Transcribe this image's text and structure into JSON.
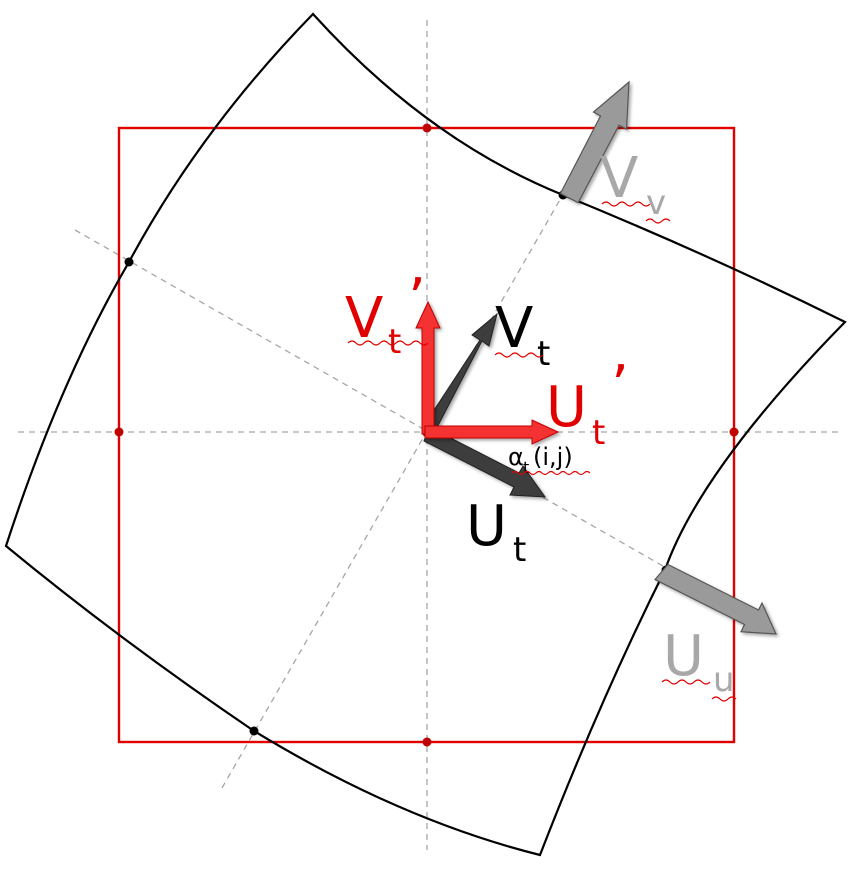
{
  "labels": {
    "vt_prime": "V",
    "vt_prime_sub": "t",
    "vt_prime_mark": "’",
    "vt": "V",
    "vt_sub": "t",
    "ut_prime": "U",
    "ut_prime_sub": "t",
    "ut_prime_mark": "’",
    "ut": "U",
    "ut_sub": "t",
    "vv": "V",
    "vv_sub": "v",
    "uu": "U",
    "uu_sub": "u",
    "alpha": "α",
    "alpha_sub": "t",
    "alpha_args": "(i,j)"
  },
  "colors": {
    "red": "#e00000",
    "dark_arrow": "#3c3c3c",
    "light_arrow": "#9a9a9a",
    "light_label": "#a8a8a8",
    "curve": "#000000",
    "guide": "#a6a6a6"
  }
}
